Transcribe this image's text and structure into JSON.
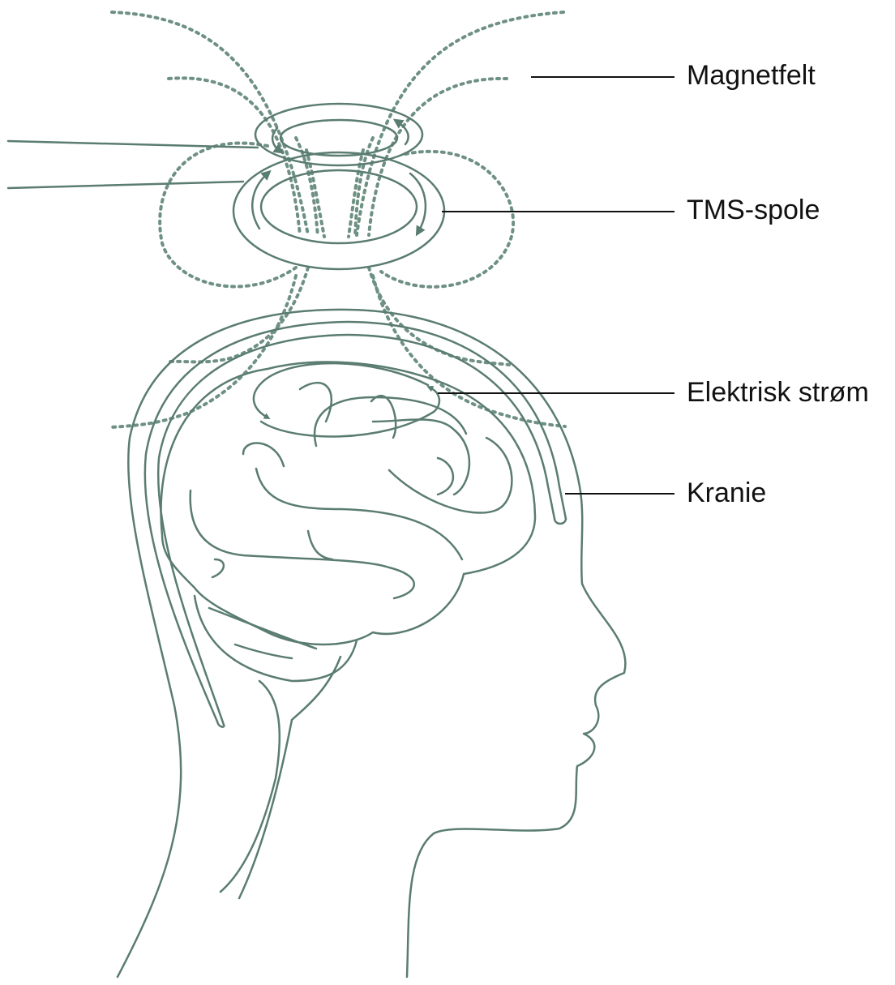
{
  "labels": {
    "magnetic_field": "Magnetfelt",
    "tms_coil": "TMS-spole",
    "electric_current": "Elektrisk strøm",
    "skull": "Kranie"
  },
  "colors": {
    "line": "#5a7c71",
    "field": "#6e9183",
    "label_text": "#111111",
    "background": "#ffffff"
  }
}
